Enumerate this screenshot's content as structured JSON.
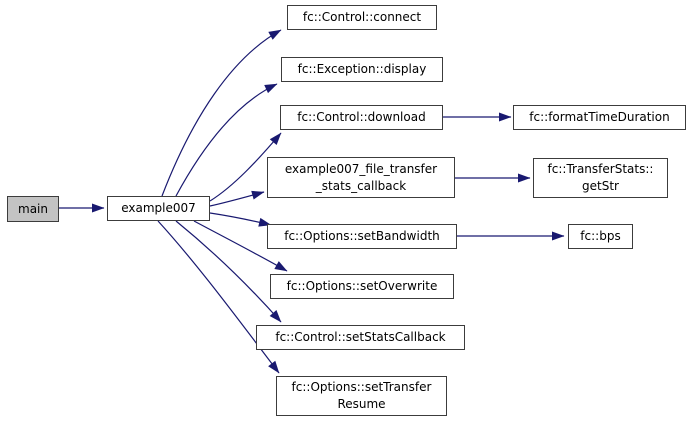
{
  "diagram": {
    "type": "call-graph",
    "background_color": "#ffffff",
    "edge_color": "#191970",
    "node_border_color": "#3c3c3c",
    "node_fill_color": "#ffffff",
    "highlight_fill_color": "#c3c3c3"
  },
  "nodes": {
    "main": {
      "lines": [
        "main"
      ],
      "highlighted": true
    },
    "example007": {
      "lines": [
        "example007"
      ]
    },
    "connect": {
      "lines": [
        "fc::Control::connect"
      ]
    },
    "display": {
      "lines": [
        "fc::Exception::display"
      ]
    },
    "download": {
      "lines": [
        "fc::Control::download"
      ]
    },
    "format_time_duration": {
      "lines": [
        "fc::formatTimeDuration"
      ]
    },
    "stats_callback": {
      "lines": [
        "example007_file_transfer",
        "_stats_callback"
      ]
    },
    "get_str": {
      "lines": [
        "fc::TransferStats::",
        "getStr"
      ]
    },
    "set_bandwidth": {
      "lines": [
        "fc::Options::setBandwidth"
      ]
    },
    "bps": {
      "lines": [
        "fc::bps"
      ]
    },
    "set_overwrite": {
      "lines": [
        "fc::Options::setOverwrite"
      ]
    },
    "set_stats_callback": {
      "lines": [
        "fc::Control::setStatsCallback"
      ]
    },
    "set_transfer_resume": {
      "lines": [
        "fc::Options::setTransfer",
        "Resume"
      ]
    }
  },
  "edges": [
    {
      "from": "main",
      "to": "example007"
    },
    {
      "from": "example007",
      "to": "fc::Control::connect"
    },
    {
      "from": "example007",
      "to": "fc::Exception::display"
    },
    {
      "from": "example007",
      "to": "fc::Control::download"
    },
    {
      "from": "example007",
      "to": "example007_file_transfer_stats_callback"
    },
    {
      "from": "example007",
      "to": "fc::Options::setBandwidth"
    },
    {
      "from": "example007",
      "to": "fc::Options::setOverwrite"
    },
    {
      "from": "example007",
      "to": "fc::Control::setStatsCallback"
    },
    {
      "from": "example007",
      "to": "fc::Options::setTransferResume"
    },
    {
      "from": "fc::Control::download",
      "to": "fc::formatTimeDuration"
    },
    {
      "from": "example007_file_transfer_stats_callback",
      "to": "fc::TransferStats::getStr"
    },
    {
      "from": "fc::Options::setBandwidth",
      "to": "fc::bps"
    }
  ]
}
